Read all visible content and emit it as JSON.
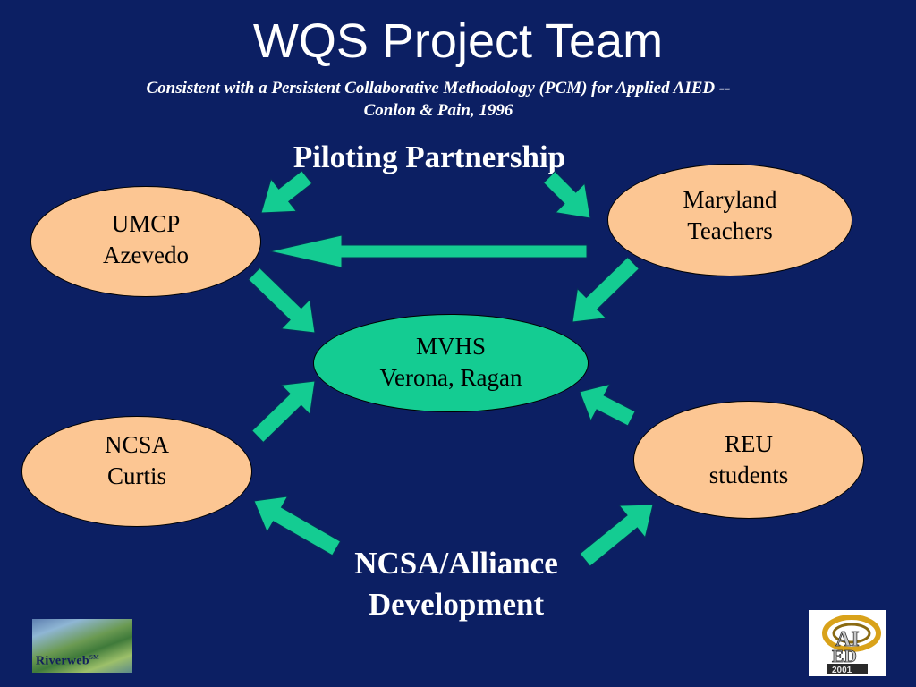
{
  "slide": {
    "title": "WQS Project Team",
    "subtitle_line1": "Consistent with a Persistent Collaborative Methodology (PCM) for Applied AIED --",
    "subtitle_line2": "Conlon & Pain, 1996"
  },
  "labels": {
    "piloting": "Piloting Partnership",
    "ncsa_dev_line1": "NCSA/Alliance",
    "ncsa_dev_line2": "Development"
  },
  "nodes": {
    "umcp": {
      "line1": "UMCP",
      "line2": "Azevedo"
    },
    "maryland": {
      "line1": "Maryland",
      "line2": "Teachers"
    },
    "mvhs": {
      "line1": "MVHS",
      "line2": "Verona, Ragan"
    },
    "ncsa": {
      "line1": "NCSA",
      "line2": "Curtis"
    },
    "reu": {
      "line1": "REU",
      "line2": "students"
    }
  },
  "logos": {
    "riverweb": "Riverweb",
    "riverweb_mark": "SM",
    "aied_top": "AI",
    "aied_mid": "ED",
    "aied_year": "2001"
  },
  "colors": {
    "background": "#0c1f63",
    "node_peach": "#fcc693",
    "node_green": "#14cc92",
    "arrow": "#14cc92"
  }
}
